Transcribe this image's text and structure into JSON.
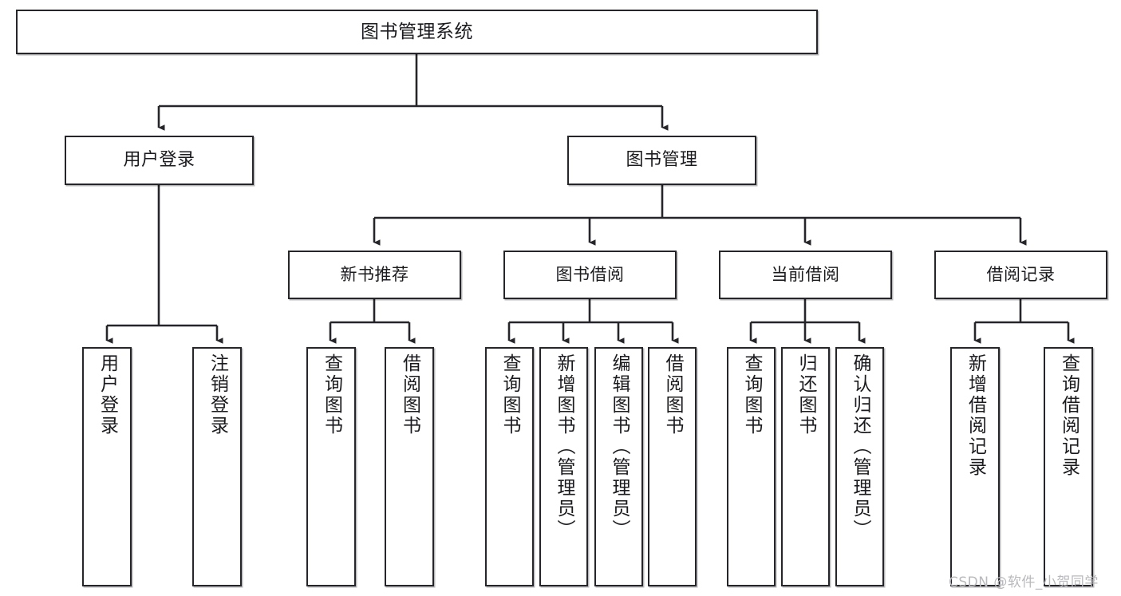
{
  "diagram": {
    "title": "图书管理系统",
    "type": "tree-hierarchy",
    "root": {
      "label": "图书管理系统"
    },
    "level2": [
      {
        "label": "用户登录"
      },
      {
        "label": "图书管理"
      }
    ],
    "level3": [
      {
        "label": "新书推荐"
      },
      {
        "label": "图书借阅"
      },
      {
        "label": "当前借阅"
      },
      {
        "label": "借阅记录"
      }
    ],
    "leaves": {
      "user_login": [
        {
          "label": "用户登录"
        },
        {
          "label": "注销登录"
        }
      ],
      "new_book_recommend": [
        {
          "label": "查询图书"
        },
        {
          "label": "借阅图书"
        }
      ],
      "book_borrow": [
        {
          "label": "查询图书"
        },
        {
          "label": "新增图书（管理员）"
        },
        {
          "label": "编辑图书（管理员）"
        },
        {
          "label": "借阅图书"
        }
      ],
      "current_borrow": [
        {
          "label": "查询图书"
        },
        {
          "label": "归还图书"
        },
        {
          "label": "确认归还（管理员）"
        }
      ],
      "borrow_record": [
        {
          "label": "新增借阅记录"
        },
        {
          "label": "查询借阅记录"
        }
      ]
    }
  },
  "watermark": {
    "text": "CSDN @软件_小贺同学"
  },
  "colors": {
    "stroke": "#26262a",
    "background": "#ffffff",
    "text": "#1b1b1f",
    "watermark": "#b9b9bd"
  }
}
